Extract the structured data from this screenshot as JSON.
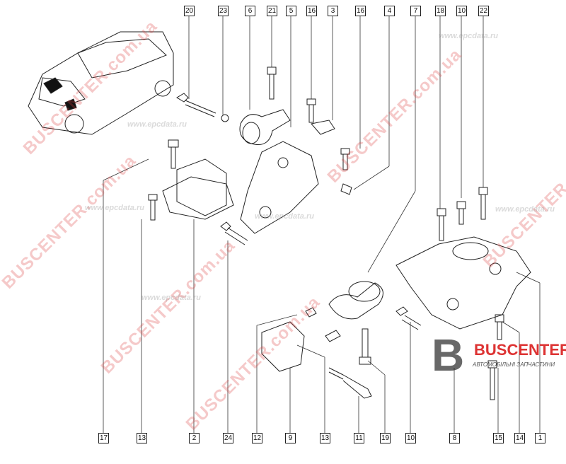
{
  "top_labels": [
    "20",
    "23",
    "6",
    "21",
    "5",
    "16",
    "3",
    "16",
    "4",
    "7",
    "18",
    "10",
    "22"
  ],
  "bottom_labels": [
    "17",
    "13",
    "2",
    "24",
    "12",
    "9",
    "13",
    "11",
    "19",
    "10",
    "8",
    "15",
    "14",
    "1"
  ],
  "watermark": {
    "brand": "BUSCENTER.com.ua",
    "site": "www.epcdata.ru"
  },
  "logo": {
    "letter": "B",
    "name": "BUSCENTER",
    "tagline": "АВТОМОБІЛЬНІ ЗАПЧАСТИНИ"
  }
}
